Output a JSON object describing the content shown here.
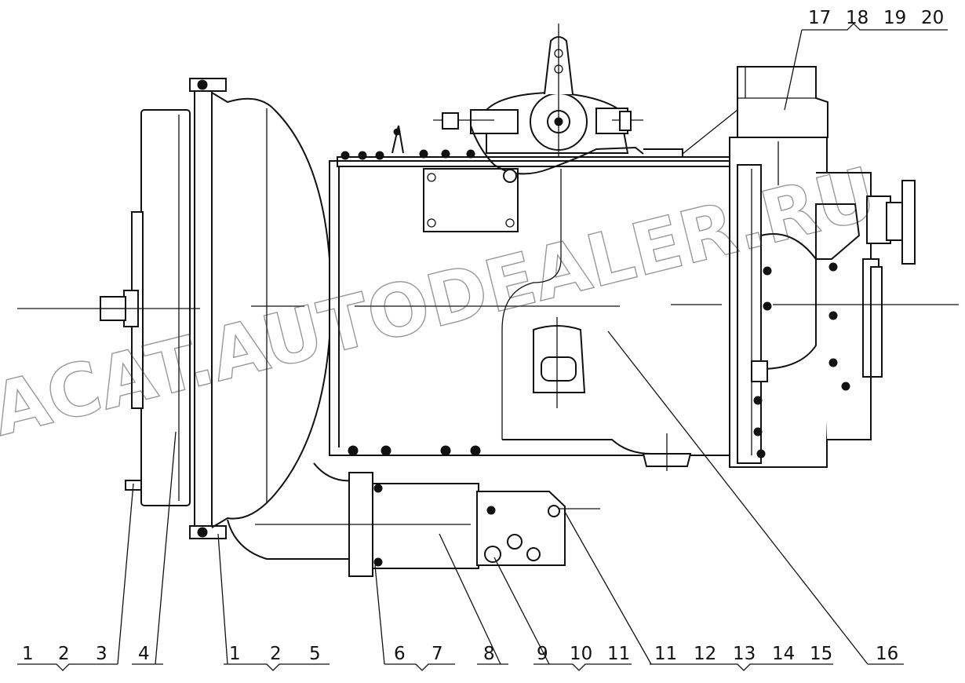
{
  "watermark": "ACAT.AUTODEALER.RU",
  "callouts": {
    "bottom": [
      {
        "id": "g1",
        "numbers": [
          "1",
          "2",
          "3"
        ]
      },
      {
        "id": "g2",
        "numbers": [
          "4"
        ]
      },
      {
        "id": "g3",
        "numbers": [
          "1",
          "2",
          "5"
        ]
      },
      {
        "id": "g4",
        "numbers": [
          "6",
          "7"
        ]
      },
      {
        "id": "g5",
        "numbers": [
          "8"
        ]
      },
      {
        "id": "g6",
        "numbers": [
          "9",
          "10",
          "11"
        ]
      },
      {
        "id": "g7",
        "numbers": [
          "11",
          "12",
          "13",
          "14",
          "15"
        ]
      },
      {
        "id": "g8",
        "numbers": [
          "16"
        ]
      }
    ],
    "top": [
      {
        "id": "g9",
        "numbers": [
          "17",
          "18",
          "19",
          "20"
        ]
      }
    ]
  }
}
